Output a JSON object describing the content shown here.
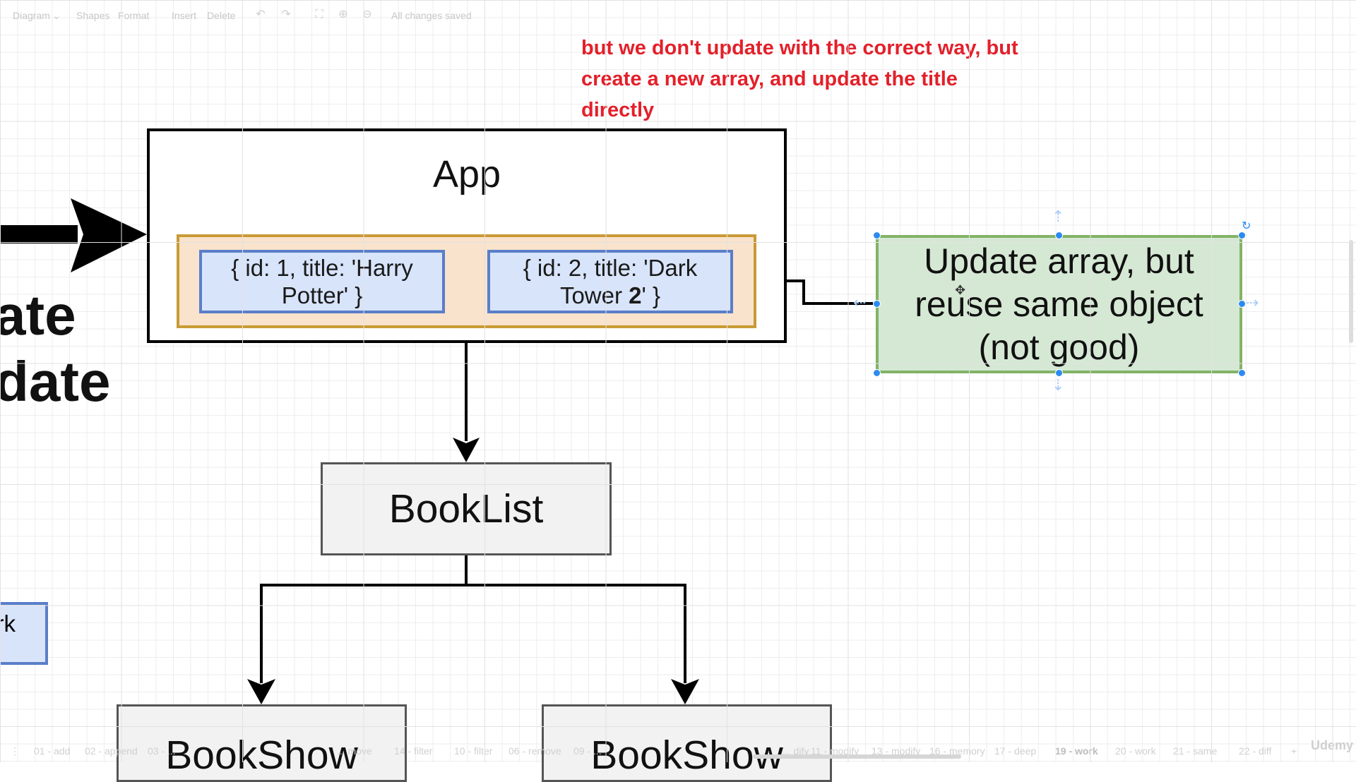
{
  "toolbar": {
    "diagram": "Diagram",
    "shapes": "Shapes",
    "format": "Format",
    "insert": "Insert",
    "delete": "Delete",
    "status": "All changes saved"
  },
  "annotation": {
    "lines": [
      "but we don't update with the correct way, but",
      "create a new array, and update the title",
      "directly"
    ],
    "color": "#e3202a"
  },
  "diagram": {
    "app_title": "App",
    "object_1": {
      "line1": "{ id: 1, title: 'Harry",
      "line2": "Potter' }"
    },
    "object_2": {
      "line1": "{ id: 2, title: 'Dark",
      "line2_pre": "Tower ",
      "line2_bold": "2",
      "line2_post": "' }"
    },
    "update_note": {
      "line1": "Update array, but",
      "line2": "reuse same object",
      "line3": "(not good)"
    },
    "booklist": "BookList",
    "bookshow_1": "BookShow",
    "bookshow_2": "BookShow",
    "left_box_text": "rk",
    "left_text": {
      "line1": "ate",
      "line2": "date"
    }
  },
  "colors": {
    "array_fill": "#fae3cc",
    "array_border": "#c99a36",
    "object_fill": "#d8e4fa",
    "object_border": "#5a7ec9",
    "note_fill": "#d5e8d4",
    "note_border": "#82b366",
    "component_fill": "#f2f2f2"
  },
  "page_tabs": [
    "01 - add",
    "02 - append",
    "03 - ...",
    "... move",
    "14 - filter",
    "10 - filter",
    "06 - remove",
    "09 - ...",
    "... dify",
    "11 - modify",
    "13 - modify",
    "16 - memory",
    "17 - deep",
    "19 - work",
    "20 - work",
    "21 - same",
    "22 - diff"
  ],
  "active_tab": "19 - work",
  "watermark": "Udemy"
}
